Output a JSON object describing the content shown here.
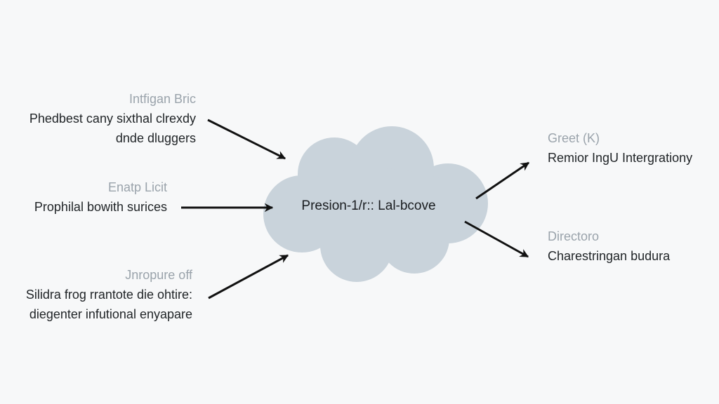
{
  "diagram": {
    "center": {
      "label": "Presion-1/r:: Lal-bcove",
      "fill_color": "#c9d3db"
    },
    "inputs": [
      {
        "label": "Intfigan Bric",
        "lines": [
          "Phedbest cany sixthal clrexdy",
          "dnde dluggers"
        ]
      },
      {
        "label": "Enatp Licit",
        "lines": [
          "Prophilal bowith surices"
        ]
      },
      {
        "label": "Jnropure off",
        "lines": [
          "Silidra frog rrantote die ohtire:",
          "diegenter infutional enyapare"
        ]
      }
    ],
    "outputs": [
      {
        "label": "Greet (K)",
        "lines": [
          "Remior IngU Intergrationy"
        ]
      },
      {
        "label": "Directoro",
        "lines": [
          "Charestringan budura"
        ]
      }
    ],
    "colors": {
      "background": "#f7f8f9",
      "label_text": "#9aa3ab",
      "body_text": "#1f2326",
      "arrow": "#111111"
    }
  }
}
